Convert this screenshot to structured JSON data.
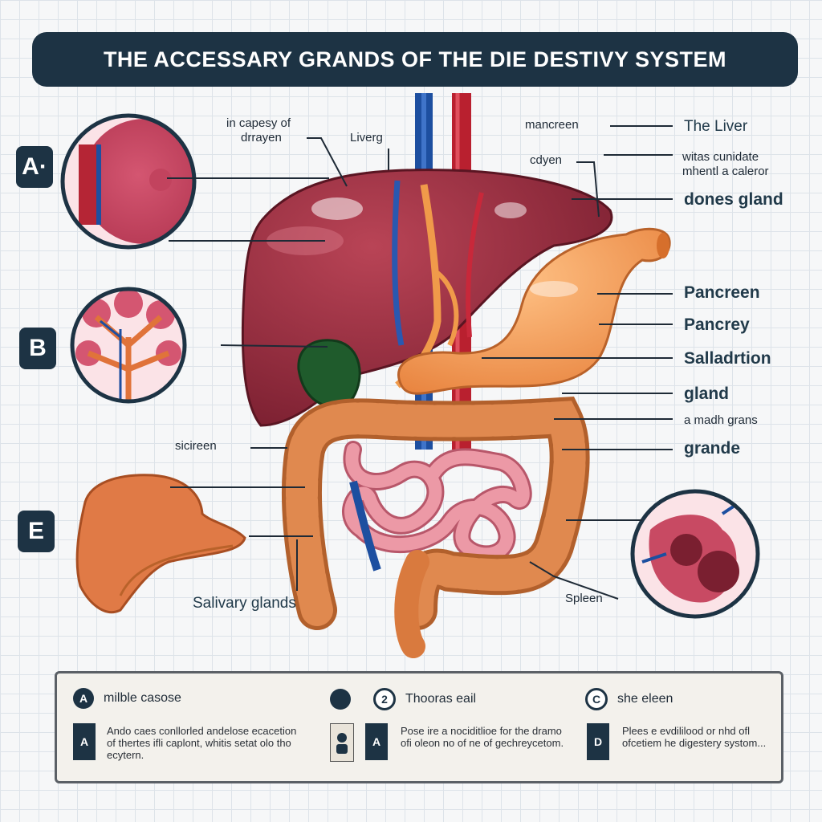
{
  "title": "THE ACCESSARY GRANDS OF THE DIE DESTIVY SYSTEM",
  "badges": {
    "a": "A·",
    "b": "B",
    "e": "E"
  },
  "labels": {
    "capsule_line1": "in capesy of",
    "capsule_line2": "drrayen",
    "liverg": "Liverg",
    "mancreen": "mancreen",
    "cdyen": "cdyen",
    "the_liver": "The Liver",
    "withas1": "witas cunidate",
    "withas2": "mhentl a caleror",
    "dones_gland": "dones gland",
    "pancreen": "Pancreen",
    "pancrey": "Pancrey",
    "salladrtion": "Salladrtion",
    "gland": "gland",
    "madh_grans": "a madh grans",
    "grande": "grande",
    "sicireen": "sicireen",
    "salivary": "Salivary glands",
    "spleen": "Spleen"
  },
  "legend": {
    "items": [
      {
        "marker": "A",
        "label": "milble casose"
      },
      {
        "marker": "2",
        "label": "Thooras eail"
      },
      {
        "marker": "C",
        "label": "she eleen"
      }
    ],
    "descs": [
      {
        "marker": "A",
        "text": "Ando caes conllorled andelose ecacetion of thertes ifli caplont, whitis setat olo tho ecytern."
      },
      {
        "marker": "A",
        "text": "Pose ire a nociditlioe for the dramo ofi oleon no of ne of gechreycetom."
      },
      {
        "marker": "D",
        "text": "Plees e evdililood or nhd ofl ofcetiem he digestery systom..."
      }
    ]
  },
  "colors": {
    "liver": "#8e2a3a",
    "stomach": "#f19a57",
    "intestine": "#dd8a52",
    "small_intestine": "#e58a97",
    "gallbladder": "#1f5b2c",
    "artery": "#c8283a",
    "vein": "#1d4fa0",
    "title_bg": "#1d3344"
  }
}
